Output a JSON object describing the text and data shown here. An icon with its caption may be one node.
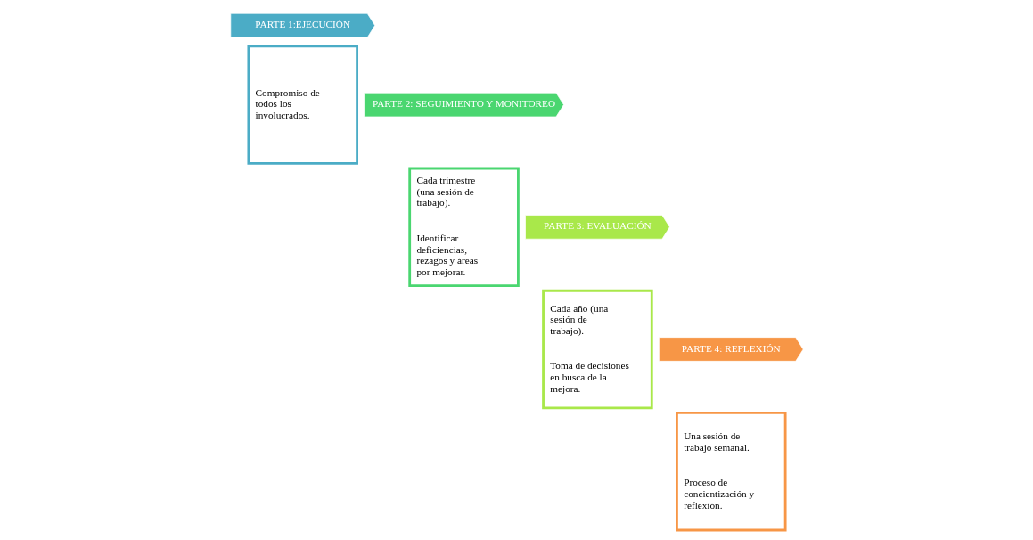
{
  "diagram": {
    "nodes": [
      {
        "text": [
          "PARTE 1:EJECUCIÓN"
        ]
      },
      {
        "text": [
          "Compromiso de todos los involucrados."
        ]
      },
      {
        "text": [
          "PARTE 2: SEGUIMIENTO Y MONITOREO"
        ]
      },
      {
        "text": [
          "Cada trimestre (una sesión de trabajo).",
          "Identificar deficiencias, rezagos y áreas por mejorar."
        ]
      },
      {
        "text": [
          "PARTE 3: EVALUACIÓN"
        ]
      },
      {
        "text": [
          "Cada año (una sesión de trabajo).",
          "Toma de decisiones en busca de la mejora."
        ]
      },
      {
        "text": [
          "PARTE 4: REFLEXIÓN"
        ]
      },
      {
        "text": [
          "Una sesión de trabajo semanal.",
          "Proceso de concientización y reflexión."
        ]
      }
    ]
  }
}
